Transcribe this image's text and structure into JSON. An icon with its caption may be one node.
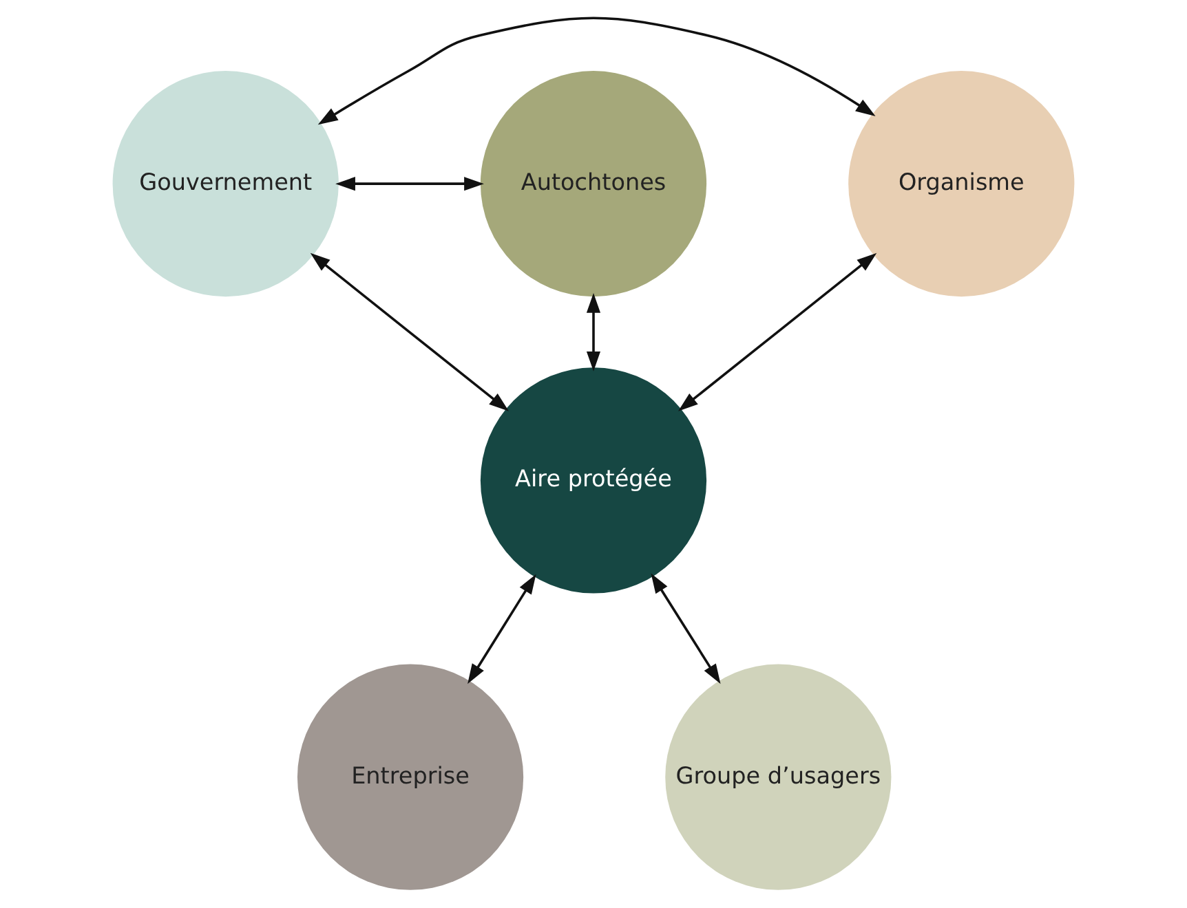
{
  "diagram": {
    "nodes": [
      {
        "text": [
          "Gouvernement"
        ]
      },
      {
        "text": [
          "Autochtones"
        ]
      },
      {
        "text": [
          "Organisme"
        ]
      },
      {
        "text": [
          "Aire protégée"
        ]
      },
      {
        "text": [
          "Groupe d’usagers"
        ]
      },
      {
        "text": [
          "Entreprise"
        ]
      }
    ],
    "edges": [
      {
        "from": 0,
        "to": 1,
        "arrow": "both"
      },
      {
        "from": 0,
        "to": 2,
        "arrow": "both"
      },
      {
        "from": 0,
        "to": 3,
        "arrow": "both"
      },
      {
        "from": 1,
        "to": 3,
        "arrow": "both"
      },
      {
        "from": 2,
        "to": 3,
        "arrow": "both"
      },
      {
        "from": 4,
        "to": 3,
        "arrow": "both"
      },
      {
        "from": 3,
        "to": 5,
        "arrow": "both"
      }
    ]
  }
}
